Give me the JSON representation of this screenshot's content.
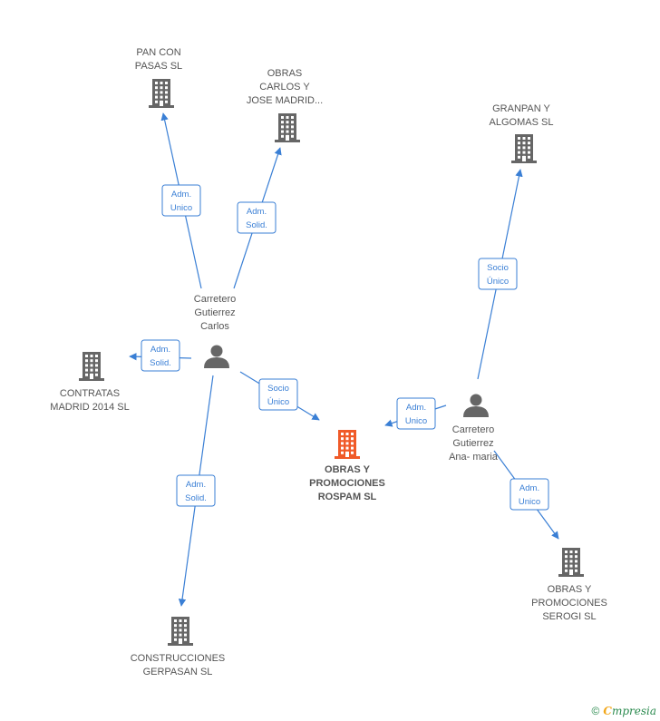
{
  "colors": {
    "edge": "#3a7fd5",
    "company": "#666666",
    "main_company": "#f05a28",
    "person": "#666666"
  },
  "main_company": {
    "lines": [
      "OBRAS Y",
      "PROMOCIONES",
      "ROSPAM SL"
    ]
  },
  "companies": [
    {
      "id": "pan",
      "lines": [
        "PAN CON",
        "PASAS  SL"
      ]
    },
    {
      "id": "obrascarlos",
      "lines": [
        "OBRAS",
        "CARLOS Y",
        "JOSE MADRID..."
      ]
    },
    {
      "id": "granpan",
      "lines": [
        "GRANPAN Y",
        "ALGOMAS  SL"
      ]
    },
    {
      "id": "contratas",
      "lines": [
        "CONTRATAS",
        "MADRID 2014  SL"
      ]
    },
    {
      "id": "serogi",
      "lines": [
        "OBRAS Y",
        "PROMOCIONES",
        "SEROGI SL"
      ]
    },
    {
      "id": "gerpasan",
      "lines": [
        "CONSTRUCCIONES",
        "GERPASAN SL"
      ]
    }
  ],
  "persons": [
    {
      "id": "carlos",
      "lines": [
        "Carretero",
        "Gutierrez",
        "Carlos"
      ]
    },
    {
      "id": "ana",
      "lines": [
        "Carretero",
        "Gutierrez",
        "Ana- maria"
      ]
    }
  ],
  "edges": [
    {
      "from": "carlos",
      "to": "pan",
      "label": [
        "Adm.",
        "Unico"
      ]
    },
    {
      "from": "carlos",
      "to": "obrascarlos",
      "label": [
        "Adm.",
        "Solid."
      ]
    },
    {
      "from": "carlos",
      "to": "contratas",
      "label": [
        "Adm.",
        "Solid."
      ]
    },
    {
      "from": "carlos",
      "to": "main",
      "label": [
        "Socio",
        "Único"
      ]
    },
    {
      "from": "carlos",
      "to": "gerpasan",
      "label": [
        "Adm.",
        "Solid."
      ]
    },
    {
      "from": "ana",
      "to": "granpan",
      "label": [
        "Socio",
        "Único"
      ]
    },
    {
      "from": "ana",
      "to": "main",
      "label": [
        "Adm.",
        "Unico"
      ]
    },
    {
      "from": "ana",
      "to": "serogi",
      "label": [
        "Adm.",
        "Unico"
      ]
    }
  ],
  "footer": {
    "copyright": "©",
    "brand_initial": "C",
    "brand_rest": "mpresia"
  }
}
